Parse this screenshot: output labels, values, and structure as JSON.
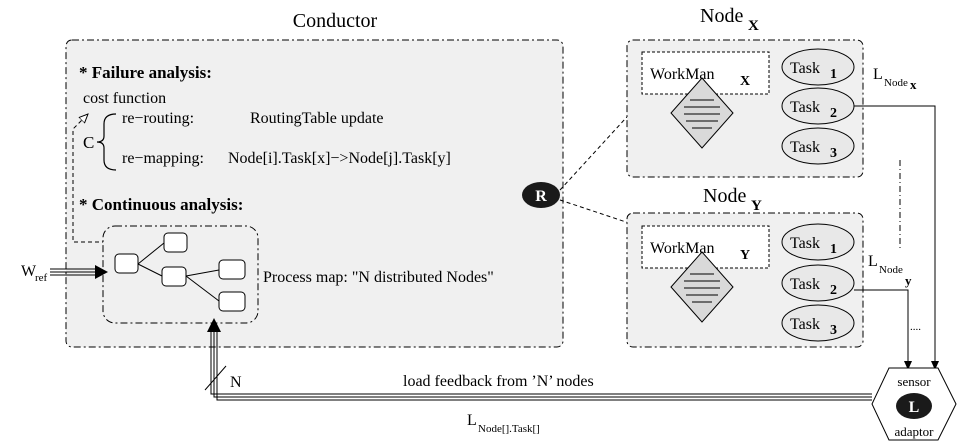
{
  "conductor": {
    "title": "Conductor",
    "failure_heading": "* Failure analysis:",
    "cost_function": "cost function",
    "c_label": "C",
    "rerouting_label": "re−routing:",
    "rerouting_value": "RoutingTable update",
    "remapping_label": "re−mapping:",
    "remapping_value": "Node[i].Task[x]−>Node[j].Task[y]",
    "continuous_heading": "* Continuous analysis:",
    "process_map_label": "Process map: \"N distributed Nodes\""
  },
  "inputs": {
    "w_ref_main": "W",
    "w_ref_sub": "ref"
  },
  "router": {
    "label": "R"
  },
  "node_x": {
    "title_main": "Node",
    "title_sub": "X",
    "workman": "WorkMan",
    "workman_sub": "X",
    "tasks": [
      {
        "name": "Task",
        "num": "1"
      },
      {
        "name": "Task",
        "num": "2"
      },
      {
        "name": "Task",
        "num": "3"
      }
    ],
    "load_main": "L",
    "load_sub": "Node",
    "load_subsub": "x"
  },
  "node_y": {
    "title_main": "Node",
    "title_sub": "Y",
    "workman": "WorkMan",
    "workman_sub": "Y",
    "tasks": [
      {
        "name": "Task",
        "num": "1"
      },
      {
        "name": "Task",
        "num": "2"
      },
      {
        "name": "Task",
        "num": "3"
      }
    ],
    "load_main": "L",
    "load_sub": "Node",
    "load_subsub": "y"
  },
  "sensor": {
    "top": "sensor",
    "bottom": "adaptor",
    "label": "L"
  },
  "feedback": {
    "n_label": "N",
    "text": "load feedback from ’N’ nodes",
    "l_main": "L",
    "l_sub": "Node[].Task[]"
  },
  "ellipsis": "....",
  "colors": {
    "panel_fill": "#f0f0f0",
    "diamond_fill": "#d9d9d9",
    "dark": "#1a1a1a"
  }
}
